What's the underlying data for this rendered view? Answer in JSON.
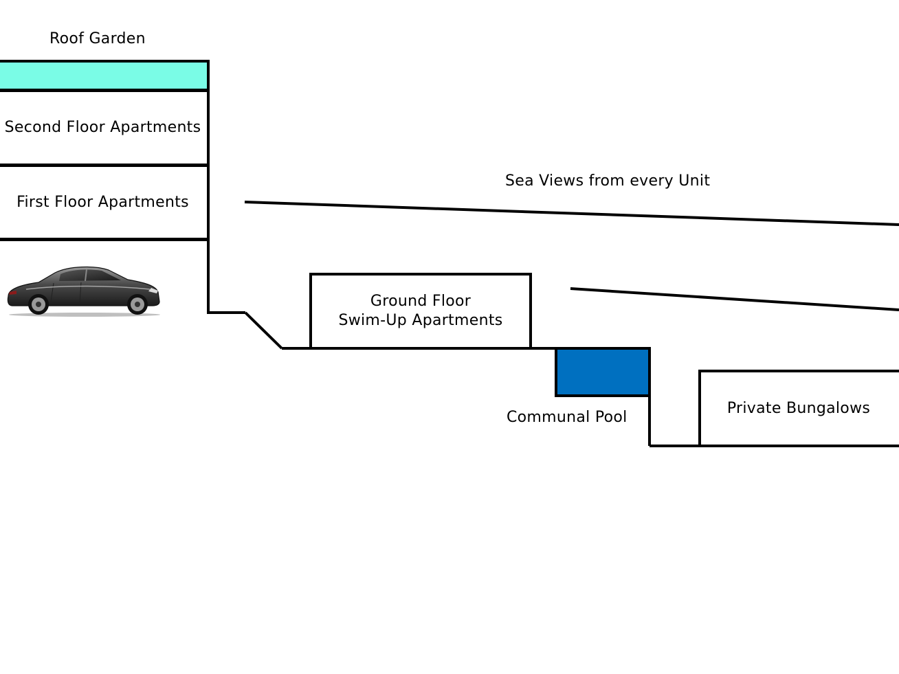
{
  "labels": {
    "roof_garden": "Roof Garden",
    "second_floor": "Second Floor Apartments",
    "first_floor": "First Floor Apartments",
    "sea_views": "Sea Views from every Unit",
    "ground_floor_line1": "Ground Floor",
    "ground_floor_line2": "Swim-Up Apartments",
    "communal_pool": "Communal Pool",
    "private_bungalows": "Private Bungalows"
  },
  "icons": {
    "parking": "car-icon"
  },
  "colors": {
    "roof_garden": "#7afce6",
    "pool": "#0070c0",
    "line": "#000000"
  }
}
